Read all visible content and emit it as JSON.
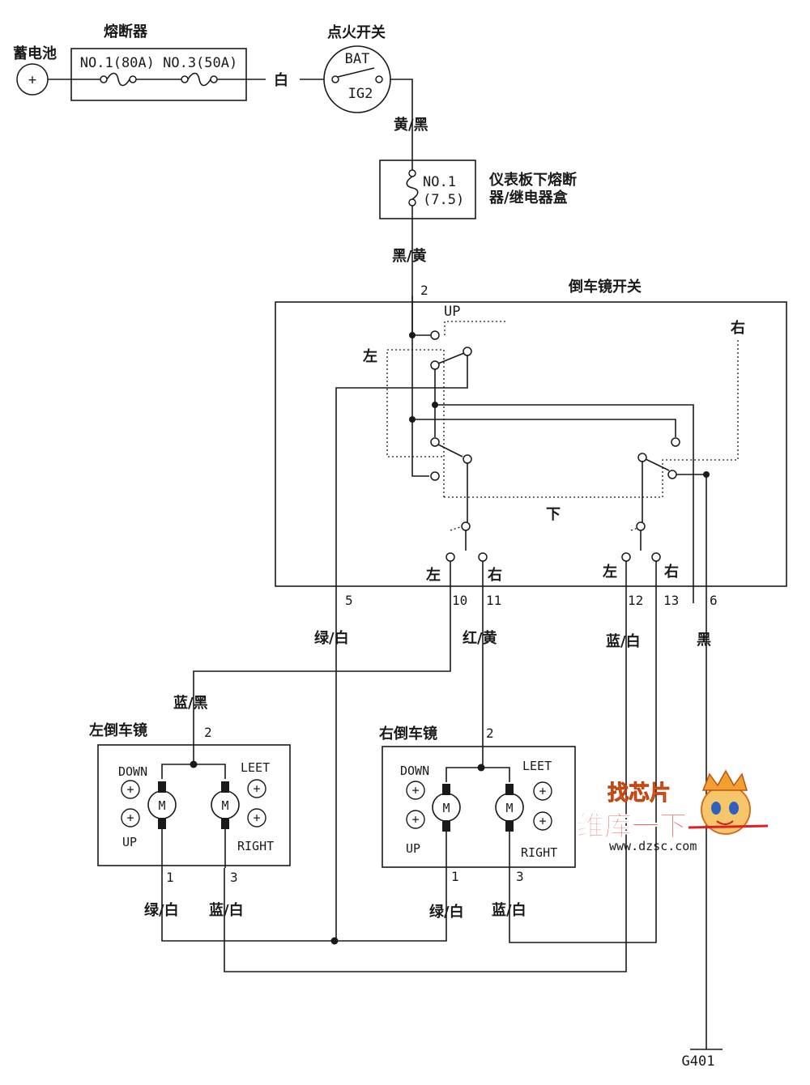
{
  "battery": {
    "label": "蓄电池",
    "sign": "+"
  },
  "fuse_block": {
    "label": "熔断器",
    "text": "NO.1(80A) NO.3(50A)"
  },
  "ignition": {
    "label": "点火开关",
    "bat": "BAT",
    "ig2": "IG2"
  },
  "panel_fuse": {
    "line1": "NO.1",
    "line2": "(7.5)",
    "label_line1": "仪表板下熔断",
    "label_line2": "器/继电器盒"
  },
  "mirror_switch": {
    "label": "倒车镜开关",
    "up": "UP",
    "down": "下",
    "left": "左",
    "right": "右",
    "sel_left_l": "左",
    "sel_left_r": "右",
    "sel_right_l": "左",
    "sel_right_r": "右"
  },
  "pins": {
    "p2": "2",
    "p5": "5",
    "p10": "10",
    "p11": "11",
    "p12": "12",
    "p13": "13",
    "p6": "6"
  },
  "wires": {
    "white": "白",
    "yellow_black": "黄/黑",
    "black_yellow": "黑/黄",
    "green_white": "绿/白",
    "red_yellow": "红/黄",
    "blue_white": "蓝/白",
    "black": "黑",
    "blue_black": "蓝/黑",
    "lm_green_white": "绿/白",
    "lm_blue_white": "蓝/白",
    "rm_green_white": "绿/白",
    "rm_blue_white": "蓝/白"
  },
  "left_mirror": {
    "label": "左倒车镜",
    "pin_top": "2",
    "down": "DOWN",
    "up": "UP",
    "left": "LEET",
    "right": "RIGHT",
    "motor": "M",
    "plus": "+",
    "pin1": "1",
    "pin3": "3"
  },
  "right_mirror": {
    "label": "右倒车镜",
    "pin_top": "2",
    "down": "DOWN",
    "up": "UP",
    "left": "LEET",
    "right": "RIGHT",
    "motor": "M",
    "plus": "+",
    "pin1": "1",
    "pin3": "3"
  },
  "ground": {
    "label": "G401"
  },
  "watermark": {
    "top": "找芯片",
    "middle": "维库一下",
    "url": "www.dzsc.com"
  },
  "colors": {
    "ink": "#1a1a1a",
    "wm_red": "#e02020",
    "wm_orange": "#f0a030"
  }
}
